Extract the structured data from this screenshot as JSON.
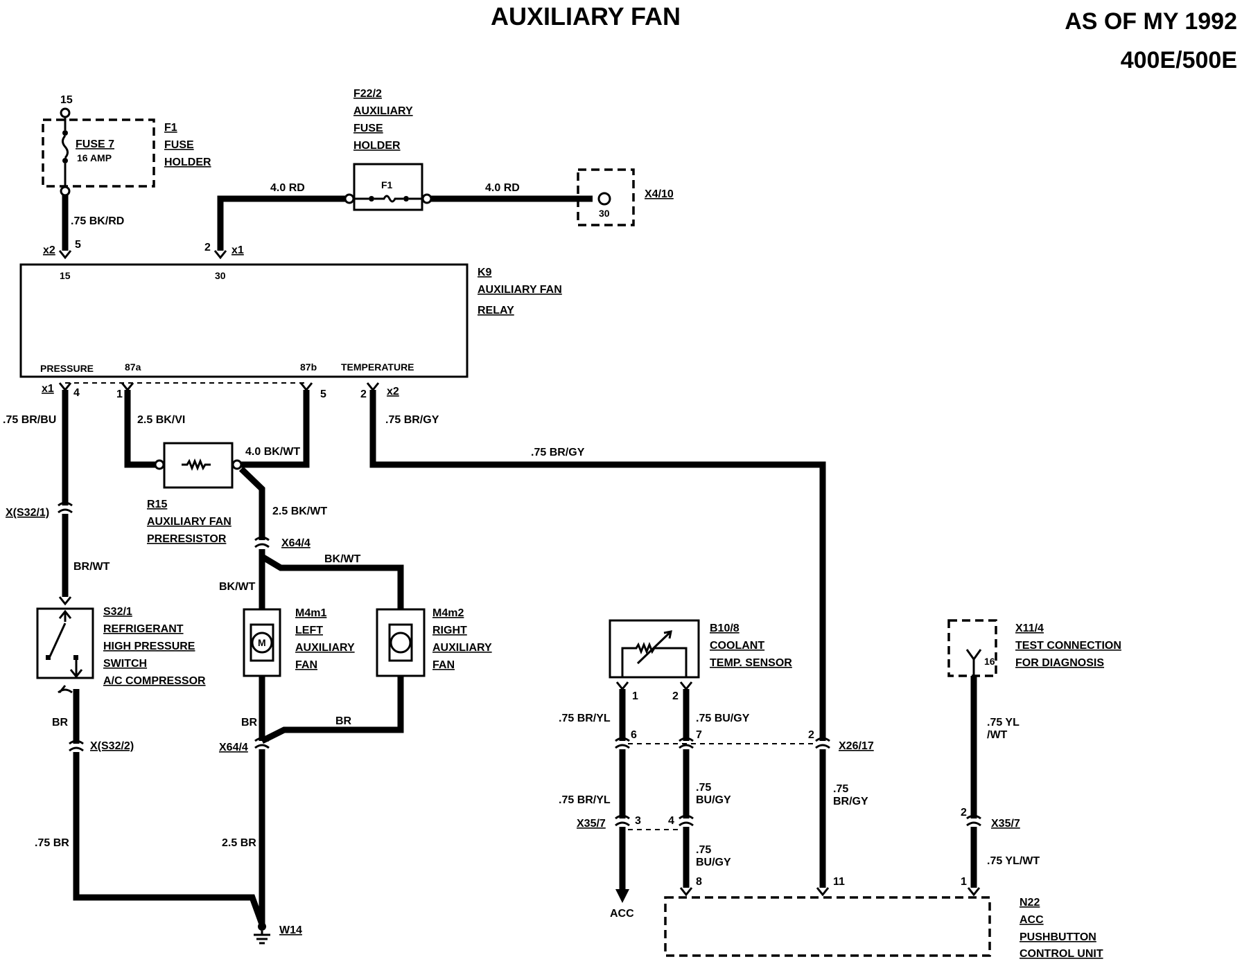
{
  "header": {
    "title": "AUXILIARY FAN",
    "date": "AS OF MY 1992",
    "models": "400E/500E"
  },
  "f1": {
    "pin": "15",
    "fuse": "FUSE 7",
    "amp": "16 AMP",
    "id": "F1",
    "l1": "FUSE",
    "l2": "HOLDER"
  },
  "f22": {
    "id": "F22/2",
    "l1": "AUXILIARY",
    "l2": "FUSE",
    "l3": "HOLDER",
    "inner": "F1"
  },
  "x410": {
    "id": "X4/10",
    "pin": "30"
  },
  "k9": {
    "id": "K9",
    "l1": "AUXILIARY FAN",
    "l2": "RELAY",
    "p15": "15",
    "p30": "30",
    "pressure": "PRESSURE",
    "p87a": "87a",
    "p87b": "87b",
    "temperature": "TEMPERATURE"
  },
  "r15": {
    "id": "R15",
    "l1": "AUXILIARY FAN",
    "l2": "PRERESISTOR"
  },
  "s32": {
    "id": "S32/1",
    "l1": "REFRIGERANT",
    "l2": "HIGH PRESSURE",
    "l3": "SWITCH",
    "l4": "A/C COMPRESSOR"
  },
  "m4m1": {
    "id": "M4m1",
    "l1": "LEFT",
    "l2": "AUXILIARY",
    "l3": "FAN",
    "m": "M"
  },
  "m4m2": {
    "id": "M4m2",
    "l1": "RIGHT",
    "l2": "AUXILIARY",
    "l3": "FAN"
  },
  "b10": {
    "id": "B10/8",
    "l1": "COOLANT",
    "l2": "TEMP. SENSOR"
  },
  "x11": {
    "id": "X11/4",
    "l1": "TEST CONNECTION",
    "l2": "FOR DIAGNOSIS",
    "pin": "16"
  },
  "n22": {
    "id": "N22",
    "l1": "ACC",
    "l2": "PUSHBUTTON",
    "l3": "CONTROL UNIT"
  },
  "connectors": {
    "x2a": "x2",
    "x2a_pin": "5",
    "x1a": "x1",
    "x1a_pin": "2",
    "x1b": "x1",
    "x1b_pin": "4",
    "p1": "1",
    "p5": "5",
    "x2b": "x2",
    "x2b_pin": "2",
    "xs321": "X(S32/1)",
    "xs322": "X(S32/2)",
    "x644a": "X64/4",
    "x644b": "X64/4",
    "x2617": "X26/17",
    "x357a": "X35/7",
    "x357b": "X35/7",
    "w14": "W14",
    "acc": "ACC",
    "b_p1": "1",
    "b_p2": "2",
    "p6": "6",
    "p7": "7",
    "p2b": "2",
    "p3": "3",
    "p4": "4",
    "p8": "8",
    "p11": "11",
    "p2c": "2",
    "p1c": "1"
  },
  "wires": {
    "w1": ".75 BK/RD",
    "w2": "4.0 RD",
    "w3": "4.0 RD",
    "w4": ".75 BR/BU",
    "w5": "2.5 BK/VI",
    "w6": "4.0 BK/WT",
    "w7": ".75 BR/GY",
    "w8": ".75 BR/GY",
    "w9": "2.5 BK/WT",
    "w10": "BR/WT",
    "w11": "BK/WT",
    "w12": "BK/WT",
    "w13": "BR",
    "w14": "BR",
    "w15": "BR",
    "w16": ".75 BR",
    "w17": "2.5 BR",
    "w18": ".75 BR/YL",
    "w19": ".75 BU/GY",
    "w20": ".75 BR/YL",
    "w21": ".75",
    "w21b": "BU/GY",
    "w22": ".75",
    "w22b": "BR/GY",
    "w23": ".75",
    "w23b": "BU/GY",
    "w24": ".75 YL",
    "w24b": "/WT",
    "w25": ".75 YL/WT"
  }
}
